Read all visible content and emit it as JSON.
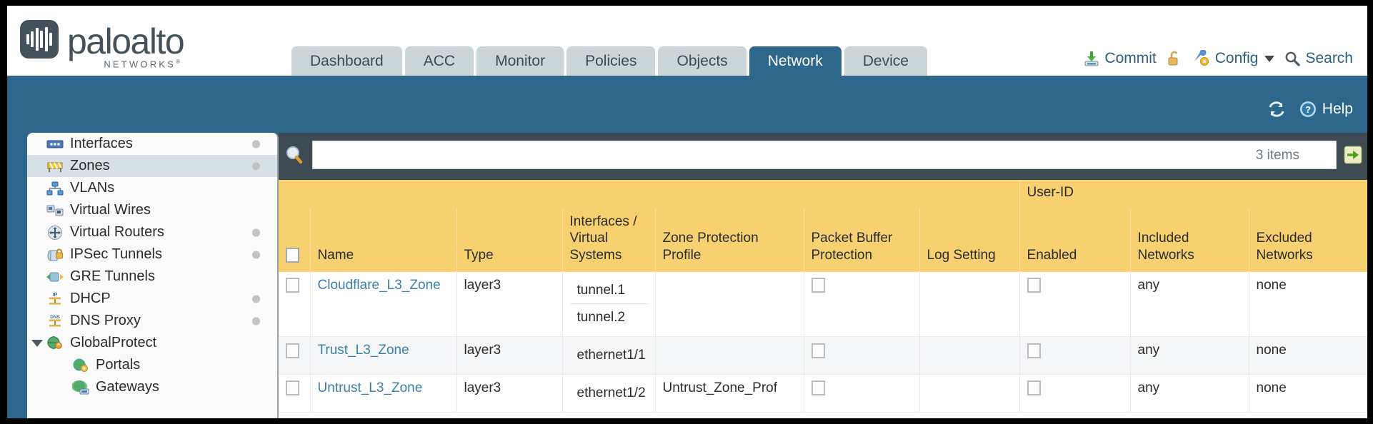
{
  "brand": {
    "name": "paloalto",
    "tagline": "NETWORKS",
    "registered": "®"
  },
  "nav": {
    "tabs": [
      {
        "label": "Dashboard",
        "active": false
      },
      {
        "label": "ACC",
        "active": false
      },
      {
        "label": "Monitor",
        "active": false
      },
      {
        "label": "Policies",
        "active": false
      },
      {
        "label": "Objects",
        "active": false
      },
      {
        "label": "Network",
        "active": true
      },
      {
        "label": "Device",
        "active": false
      }
    ]
  },
  "top_actions": {
    "commit": "Commit",
    "lock_icon": "padlock-unlocked-icon",
    "config": "Config",
    "search": "Search"
  },
  "utility_bar": {
    "refresh_icon": "refresh-icon",
    "help": "Help"
  },
  "search": {
    "value": "",
    "placeholder": "",
    "items_count": "3 items",
    "apply_icon": "green-arrow-icon",
    "clear_icon": "red-x-icon"
  },
  "sidebar": {
    "items": [
      {
        "label": "Interfaces",
        "icon": "interfaces-icon",
        "dot": true,
        "selected": false,
        "child": false,
        "expander": false
      },
      {
        "label": "Zones",
        "icon": "zones-icon",
        "dot": true,
        "selected": true,
        "child": false,
        "expander": false
      },
      {
        "label": "VLANs",
        "icon": "vlans-icon",
        "dot": false,
        "selected": false,
        "child": false,
        "expander": false
      },
      {
        "label": "Virtual Wires",
        "icon": "virtual-wires-icon",
        "dot": false,
        "selected": false,
        "child": false,
        "expander": false
      },
      {
        "label": "Virtual Routers",
        "icon": "virtual-routers-icon",
        "dot": true,
        "selected": false,
        "child": false,
        "expander": false
      },
      {
        "label": "IPSec Tunnels",
        "icon": "ipsec-tunnels-icon",
        "dot": true,
        "selected": false,
        "child": false,
        "expander": false
      },
      {
        "label": "GRE Tunnels",
        "icon": "gre-tunnels-icon",
        "dot": false,
        "selected": false,
        "child": false,
        "expander": false
      },
      {
        "label": "DHCP",
        "icon": "dhcp-icon",
        "dot": true,
        "selected": false,
        "child": false,
        "expander": false
      },
      {
        "label": "DNS Proxy",
        "icon": "dns-proxy-icon",
        "dot": true,
        "selected": false,
        "child": false,
        "expander": false
      },
      {
        "label": "GlobalProtect",
        "icon": "globalprotect-icon",
        "dot": false,
        "selected": false,
        "child": false,
        "expander": true
      },
      {
        "label": "Portals",
        "icon": "portals-icon",
        "dot": false,
        "selected": false,
        "child": true,
        "expander": false
      },
      {
        "label": "Gateways",
        "icon": "gateways-icon",
        "dot": false,
        "selected": false,
        "child": true,
        "expander": false
      }
    ]
  },
  "table": {
    "group_header": "User-ID",
    "columns": [
      "Name",
      "Type",
      "Interfaces / Virtual Systems",
      "Zone Protection Profile",
      "Packet Buffer Protection",
      "Log Setting",
      "Enabled",
      "Included Networks",
      "Excluded Networks"
    ],
    "rows": [
      {
        "selected": false,
        "name": "Cloudflare_L3_Zone",
        "type": "layer3",
        "interfaces": [
          "tunnel.1",
          "tunnel.2"
        ],
        "zone_protection_profile": "",
        "packet_buffer_protection": false,
        "log_setting": "",
        "userid_enabled": false,
        "included_networks": "any",
        "excluded_networks": "none"
      },
      {
        "selected": false,
        "name": "Trust_L3_Zone",
        "type": "layer3",
        "interfaces": [
          "ethernet1/1"
        ],
        "zone_protection_profile": "",
        "packet_buffer_protection": false,
        "log_setting": "",
        "userid_enabled": false,
        "included_networks": "any",
        "excluded_networks": "none"
      },
      {
        "selected": false,
        "name": "Untrust_L3_Zone",
        "type": "layer3",
        "interfaces": [
          "ethernet1/2"
        ],
        "zone_protection_profile": "Untrust_Zone_Prof",
        "packet_buffer_protection": false,
        "log_setting": "",
        "userid_enabled": false,
        "included_networks": "any",
        "excluded_networks": "none"
      }
    ]
  },
  "colors": {
    "brand_blue": "#2e678c",
    "header_gold": "#f7d070",
    "group_gold": "#e3b03c",
    "link_blue": "#3b7fa6",
    "dark_band": "#3e4a52"
  }
}
